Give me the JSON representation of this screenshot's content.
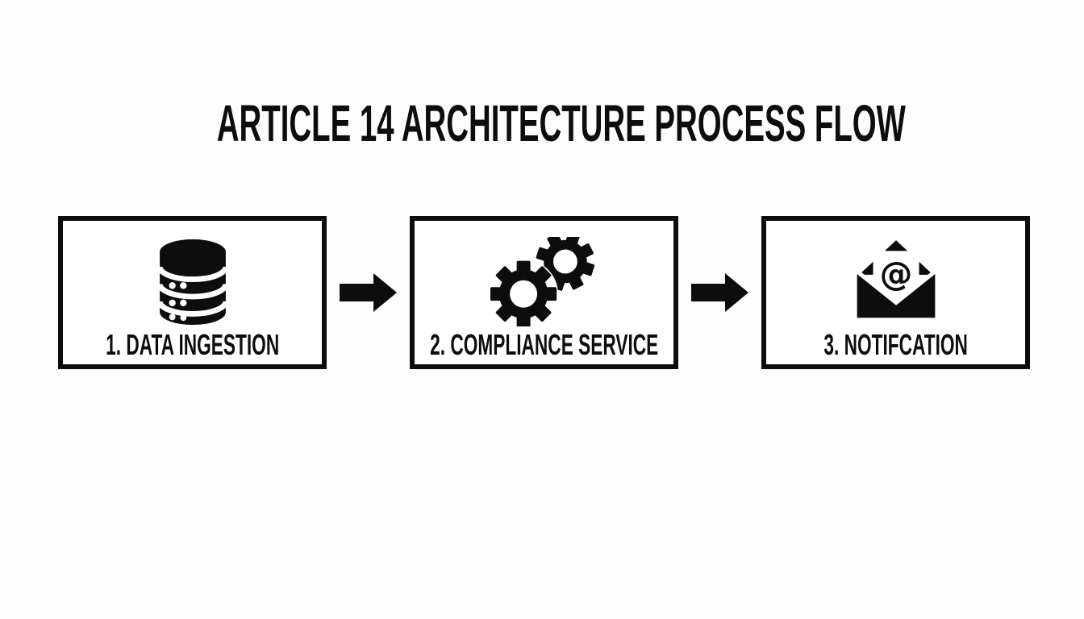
{
  "colors": {
    "background": "#fdfdfd",
    "ink": "#0d0d0d",
    "box_background": "#ffffff"
  },
  "header": {
    "title": "ARTICLE 14 ARCHITECTURE PROCESS FLOW"
  },
  "flow": {
    "steps": [
      {
        "label": "1. DATA INGESTION",
        "icon": "database-icon"
      },
      {
        "label": "2. COMPLIANCE SERVICE",
        "icon": "gears-icon"
      },
      {
        "label": "3. NOTIFCATION",
        "icon": "email-envelope-icon"
      }
    ],
    "connector_icon": "arrow-right-icon",
    "envelope_glyph": "@"
  }
}
